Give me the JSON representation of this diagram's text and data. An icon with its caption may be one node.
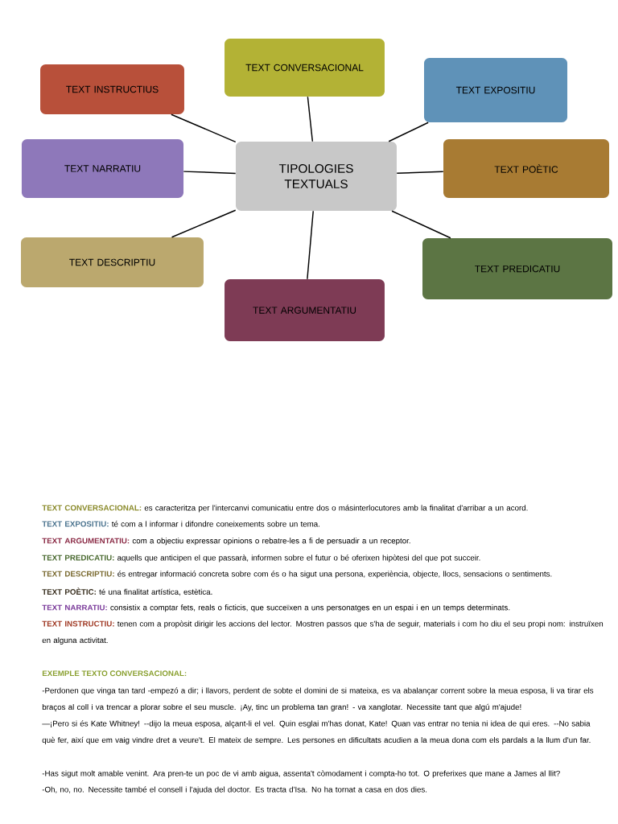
{
  "diagram": {
    "nodes": [
      {
        "text": [
          "TIPOLOGIES TEXTUALS"
        ]
      },
      {
        "text": [
          "TEXT CONVERSACIONAL"
        ]
      },
      {
        "text": [
          "TEXT INSTRUCTIUS"
        ]
      },
      {
        "text": [
          "TEXT EXPOSITIU"
        ]
      },
      {
        "text": [
          "TEXT NARRATIU"
        ]
      },
      {
        "text": [
          "TEXT POÈTIC"
        ]
      },
      {
        "text": [
          "TEXT DESCRIPTIU"
        ]
      },
      {
        "text": [
          "TEXT PREDICATIU"
        ]
      },
      {
        "text": [
          "TEXT ARGUMENTATIU"
        ]
      }
    ],
    "edges": [
      {
        "from": 0,
        "to": 1,
        "arrow": "none"
      },
      {
        "from": 0,
        "to": 2,
        "arrow": "none"
      },
      {
        "from": 0,
        "to": 3,
        "arrow": "none"
      },
      {
        "from": 0,
        "to": 4,
        "arrow": "none"
      },
      {
        "from": 0,
        "to": 5,
        "arrow": "none"
      },
      {
        "from": 0,
        "to": 6,
        "arrow": "none"
      },
      {
        "from": 0,
        "to": 7,
        "arrow": "none"
      },
      {
        "from": 0,
        "to": 8,
        "arrow": "none"
      }
    ],
    "labels": [
      "TEXT CONVERSACIONAL:",
      "es caracteritza per l'intercanvi comunicatiu entre dos o másinterlocutores amb la finalitat d'arribar a un acord.",
      "TEXT EXPOSITIU:",
      "té com a l informar i difondre coneixements sobre un tema.",
      "TEXT ARGUMENTATIU:",
      "com a objectiu expressar opinions o rebatre-les a fi de persuadir a un receptor.",
      "TEXT PREDICATIU:",
      "aquells que anticipen el que passarà, informen sobre el futur o bé oferixen hipòtesi del que pot succeir.",
      "TEXT DESCRIPTIU:",
      "és entregar informació concreta sobre com és o ha sigut una persona, experiència, objecte, llocs, sensacions o sentiments.",
      "TEXT POÈTIC:",
      "té una finalitat artística, estètica.",
      "TEXT NARRATIU:",
      "consistix a comptar fets, reals o ficticis, que succeïxen a uns personatges en un espai i en un temps determinats.",
      "TEXT INSTRUCTIU:",
      "tenen com a propòsit dirigir les accions del lector. Mostren passos que s'ha de seguir, materials i com ho diu el seu propi nom: instruïxen en alguna activitat.",
      "EXEMPLE TEXTO CONVERSACIONAL:",
      "-Perdonen que vinga tan tard -empezó a dir; i llavors, perdent de sobte el domini de si mateixa, es va abalançar corrent sobre la meua esposa, li va tirar els braços al coll i va trencar a plorar sobre el seu muscle. ¡Ay, tinc un problema tan gran! - va xanglotar. Necessite tant que algú m'ajude!",
      "—¡Pero si és Kate Whitney! --dijo la meua esposa, alçant-li el vel. Quin esglai m'has donat, Kate! Quan vas entrar no tenia ni idea de qui eres. --No sabia què fer, així que em vaig vindre dret a veure't. El mateix de sempre. Les persones en dificultats acudien a la meua dona com els pardals a la llum d'un far.",
      "-Has sigut molt amable venint. Ara pren-te un poc de vi amb aigua, assenta't còmodament i compta-ho tot. O preferixes que mane a James al llit?",
      "-Oh, no, no. Necessite també el consell i l'ajuda del doctor. Es tracta d'Isa. No ha tornat a casa en dos dies."
    ]
  }
}
